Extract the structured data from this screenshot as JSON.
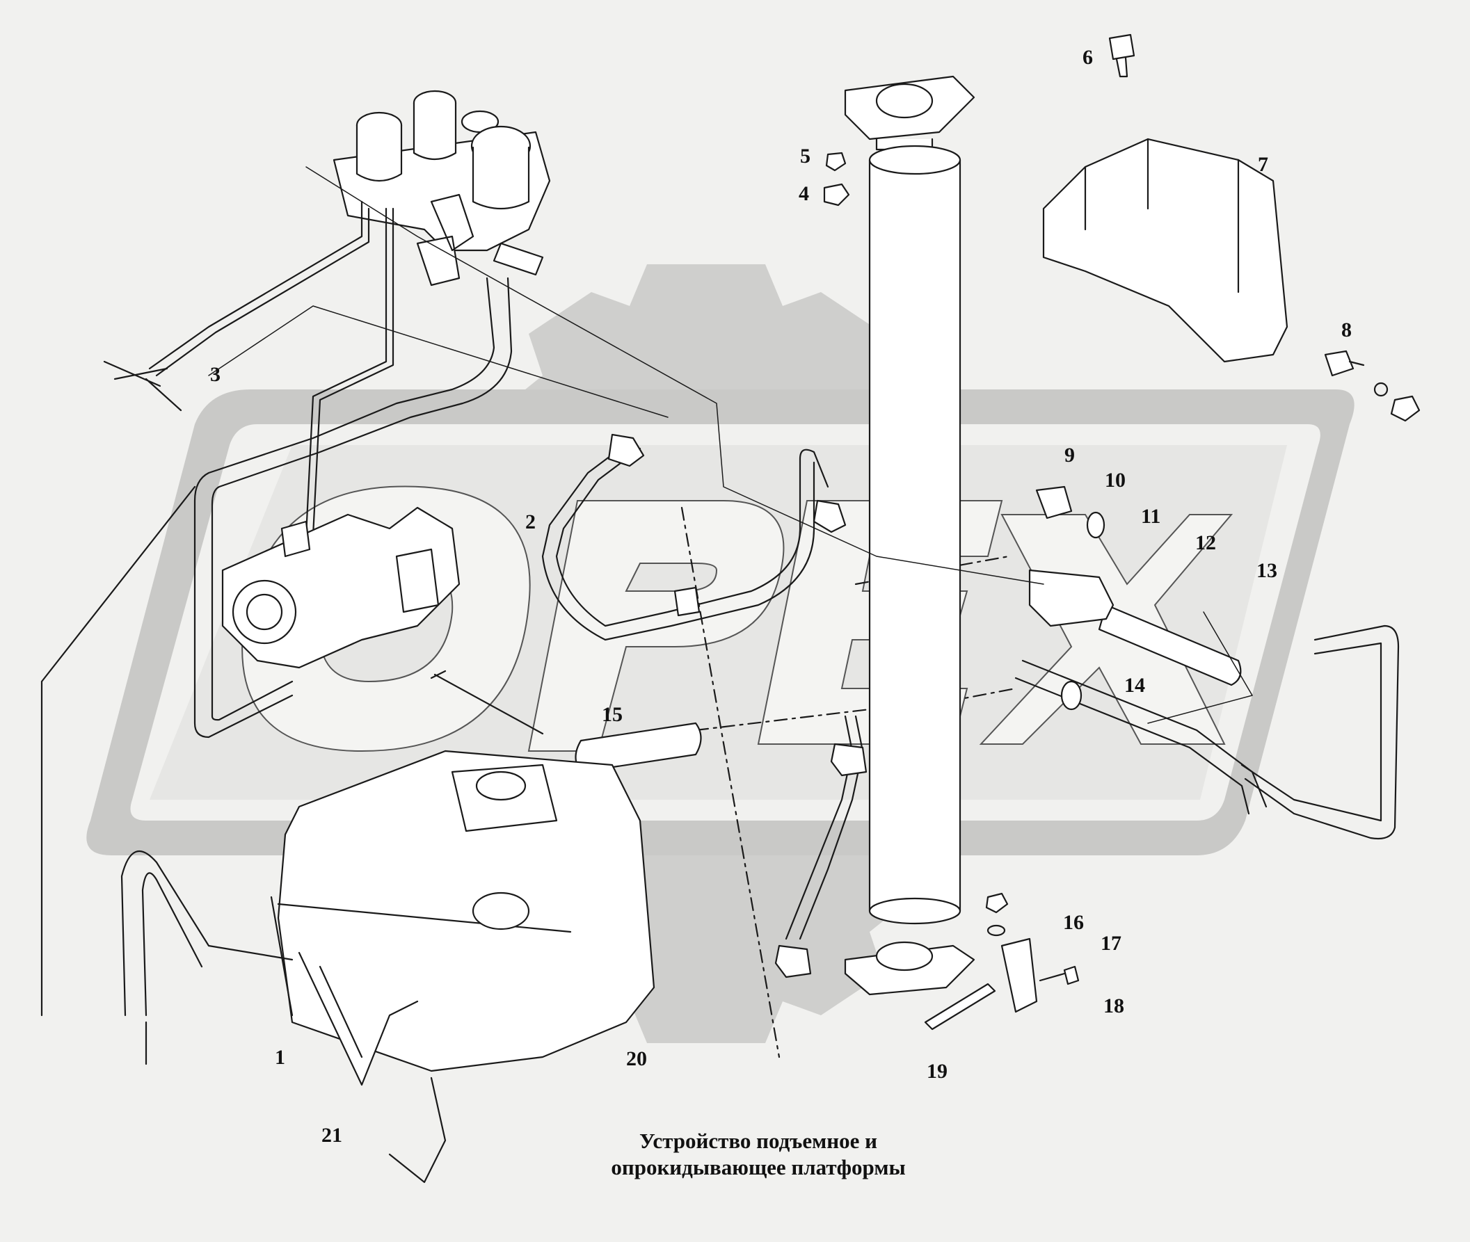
{
  "watermark": {
    "text": "OPEX",
    "fill_color": "#c9c9c7",
    "gear_color": "#cfcfcd"
  },
  "colors": {
    "background": "#f1f1ef",
    "line": "#1a1a1a",
    "part_fill": "#ffffff"
  },
  "callouts": [
    "1",
    "2",
    "3",
    "4",
    "5",
    "6",
    "7",
    "8",
    "9",
    "10",
    "11",
    "12",
    "13",
    "14",
    "15",
    "16",
    "17",
    "18",
    "19",
    "20",
    "21"
  ],
  "caption": {
    "line1": "Устройство подъемное и",
    "line2": "опрокидывающее платформы"
  }
}
